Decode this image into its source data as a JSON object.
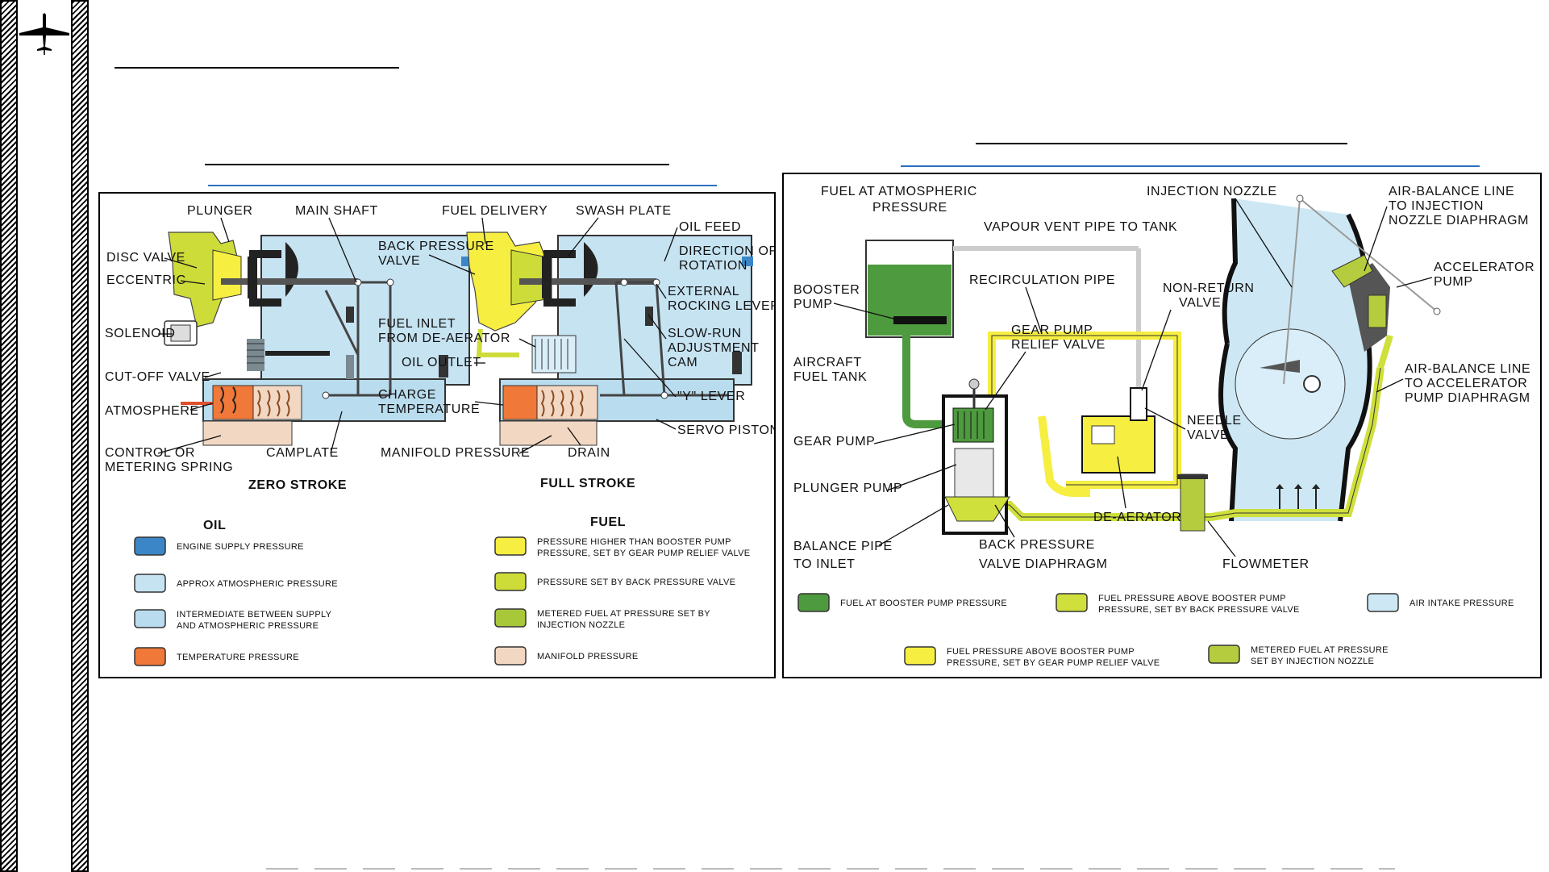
{
  "rails": {
    "left": "hatched-rail",
    "right": "hatched-rail"
  },
  "logo": {
    "icon": "aircraft-silhouette-icon"
  },
  "title_line_placeholder": "",
  "left_diagram": {
    "labels": {
      "plunger": "PLUNGER",
      "main_shaft": "MAIN  SHAFT",
      "fuel_delivery": "FUEL  DELIVERY",
      "swash_plate": "SWASH  PLATE",
      "oil_feed": "OIL  FEED",
      "direction_of_rotation_1": "DIRECTION  OF",
      "direction_of_rotation_2": "ROTATION",
      "disc_valve": "DISC  VALVE",
      "eccentric": "ECCENTRIC",
      "back_pressure_valve_1": "BACK  PRESSURE",
      "back_pressure_valve_2": "VALVE",
      "external_rocking_lever_1": "EXTERNAL",
      "external_rocking_lever_2": "ROCKING  LEVER",
      "solenoid": "SOLENOID",
      "fuel_inlet_1": "FUEL  INLET",
      "fuel_inlet_2": "FROM  DE-AERATOR",
      "slow_run_1": "SLOW-RUN",
      "slow_run_2": "ADJUSTMENT",
      "slow_run_3": "CAM",
      "oil_outlet": "OIL  OUTLET",
      "cut_off_valve": "CUT-OFF  VALVE",
      "y_lever": "\"Y\"  LEVER",
      "atmosphere": "ATMOSPHERE",
      "charge_temperature_1": "CHARGE",
      "charge_temperature_2": "TEMPERATURE",
      "servo_piston": "SERVO  PISTON",
      "control_spring_1": "CONTROL  OR",
      "control_spring_2": "METERING  SPRING",
      "camplate": "CAMPLATE",
      "manifold_pressure": "MANIFOLD  PRESSURE",
      "drain": "DRAIN",
      "zero_stroke": "ZERO  STROKE",
      "full_stroke": "FULL  STROKE"
    },
    "legend": {
      "oil_title": "OIL",
      "fuel_title": "FUEL",
      "oil_items": [
        {
          "color": "#3b86c6",
          "text": "ENGINE SUPPLY PRESSURE",
          "text2": ""
        },
        {
          "color": "#c6e3f2",
          "text": "APPROX ATMOSPHERIC PRESSURE",
          "text2": ""
        },
        {
          "color": "#b9dcee",
          "text": "INTERMEDIATE BETWEEN SUPPLY",
          "text2": "AND ATMOSPHERIC PRESSURE"
        },
        {
          "color": "#f07838",
          "text": "TEMPERATURE PRESSURE",
          "text2": ""
        }
      ],
      "fuel_items": [
        {
          "color": "#f6ee40",
          "text": "PRESSURE HIGHER THAN BOOSTER PUMP",
          "text2": "PRESSURE, SET BY GEAR PUMP RELIEF VALVE"
        },
        {
          "color": "#cddc39",
          "text": "PRESSURE SET BY BACK PRESSURE VALVE",
          "text2": ""
        },
        {
          "color": "#a8c83a",
          "text": "METERED FUEL AT PRESSURE SET BY",
          "text2": "INJECTION NOZZLE"
        },
        {
          "color": "#f2d7c3",
          "text": "MANIFOLD PRESSURE",
          "text2": ""
        }
      ]
    }
  },
  "right_diagram": {
    "labels": {
      "fuel_atmospheric_1": "FUEL  AT  ATMOSPHERIC",
      "fuel_atmospheric_2": "PRESSURE",
      "injection_nozzle": "INJECTION  NOZZLE",
      "air_balance_injection_1": "AIR-BALANCE  LINE",
      "air_balance_injection_2": "TO  INJECTION",
      "air_balance_injection_3": "NOZZLE  DIAPHRAGM",
      "vapour_vent": "VAPOUR  VENT  PIPE  TO  TANK",
      "accelerator_pump_1": "ACCELERATOR",
      "accelerator_pump_2": "PUMP",
      "booster_pump_1": "BOOSTER",
      "booster_pump_2": "PUMP",
      "recirculation_pipe": "RECIRCULATION  PIPE",
      "non_return_1": "NON-RETURN",
      "non_return_2": "VALVE",
      "gear_pump_relief_1": "GEAR  PUMP",
      "gear_pump_relief_2": "RELIEF  VALVE",
      "aircraft_fuel_tank_1": "AIRCRAFT",
      "aircraft_fuel_tank_2": "FUEL  TANK",
      "air_balance_accel_1": "AIR-BALANCE  LINE",
      "air_balance_accel_2": "TO  ACCELERATOR",
      "air_balance_accel_3": "PUMP  DIAPHRAGM",
      "needle_valve_1": "NEEDLE",
      "needle_valve_2": "VALVE",
      "gear_pump": "GEAR  PUMP",
      "plunger_pump": "PLUNGER  PUMP",
      "de_aerator": "DE-AERATOR",
      "balance_pipe_1": "BALANCE  PIPE",
      "balance_pipe_2": "TO  INLET",
      "back_pressure_diaphragm_1": "BACK  PRESSURE",
      "back_pressure_diaphragm_2": "VALVE  DIAPHRAGM",
      "flowmeter": "FLOWMETER"
    },
    "legend": [
      {
        "color": "#4e9a3e",
        "text": "FUEL  AT  BOOSTER  PUMP  PRESSURE",
        "text2": ""
      },
      {
        "color": "#cfe03c",
        "text": "FUEL  PRESSURE  ABOVE  BOOSTER  PUMP",
        "text2": "PRESSURE,  SET  BY  BACK  PRESSURE  VALVE"
      },
      {
        "color": "#cde8f4",
        "text": "AIR  INTAKE  PRESSURE",
        "text2": ""
      },
      {
        "color": "#f6ee40",
        "text": "FUEL  PRESSURE  ABOVE  BOOSTER  PUMP",
        "text2": "PRESSURE,  SET  BY  GEAR  PUMP  RELIEF  VALVE"
      },
      {
        "color": "#b4cc3e",
        "text": "METERED  FUEL  AT  PRESSURE",
        "text2": "SET  BY  INJECTION  NOZZLE"
      }
    ]
  }
}
